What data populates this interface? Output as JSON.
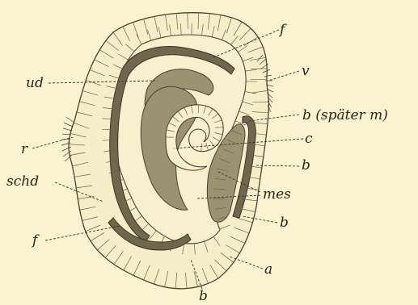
{
  "labels": {
    "f_top": "f",
    "v": "v",
    "ud": "ud",
    "b_spaeter_m": "b (später m)",
    "r": "r",
    "c": "c",
    "b_right": "b",
    "mes": "mes",
    "schd": "schd",
    "b_lower_right": "b",
    "f_bottom": "f",
    "a": "a",
    "b_bottom": "b"
  }
}
